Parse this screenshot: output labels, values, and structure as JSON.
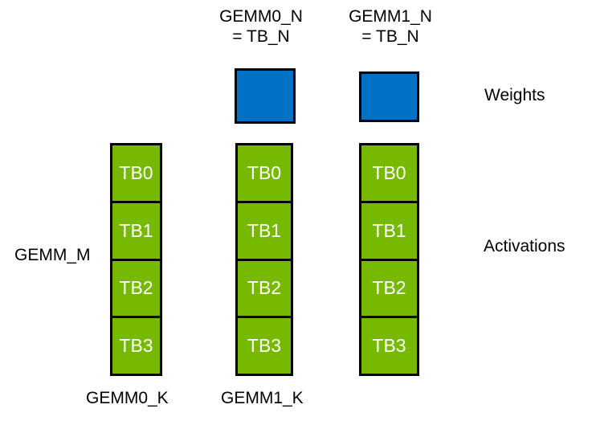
{
  "colors": {
    "green": "#76B900",
    "blue": "#0071C5",
    "border": "#000000",
    "cell_text": "#FFFFFF",
    "label_text": "#000000",
    "background": "#FFFFFF"
  },
  "labels": {
    "top": [
      {
        "line1": "GEMM0_N",
        "line2": "= TB_N"
      },
      {
        "line1": "GEMM1_N",
        "line2": "= TB_N"
      }
    ],
    "left": "GEMM_M",
    "right_weights": "Weights",
    "right_activations": "Activations",
    "bottom": [
      "GEMM0_K",
      "GEMM1_K"
    ]
  },
  "columns": [
    {
      "cells": [
        "TB0",
        "TB1",
        "TB2",
        "TB3"
      ]
    },
    {
      "cells": [
        "TB0",
        "TB1",
        "TB2",
        "TB3"
      ]
    },
    {
      "cells": [
        "TB0",
        "TB1",
        "TB2",
        "TB3"
      ]
    }
  ]
}
